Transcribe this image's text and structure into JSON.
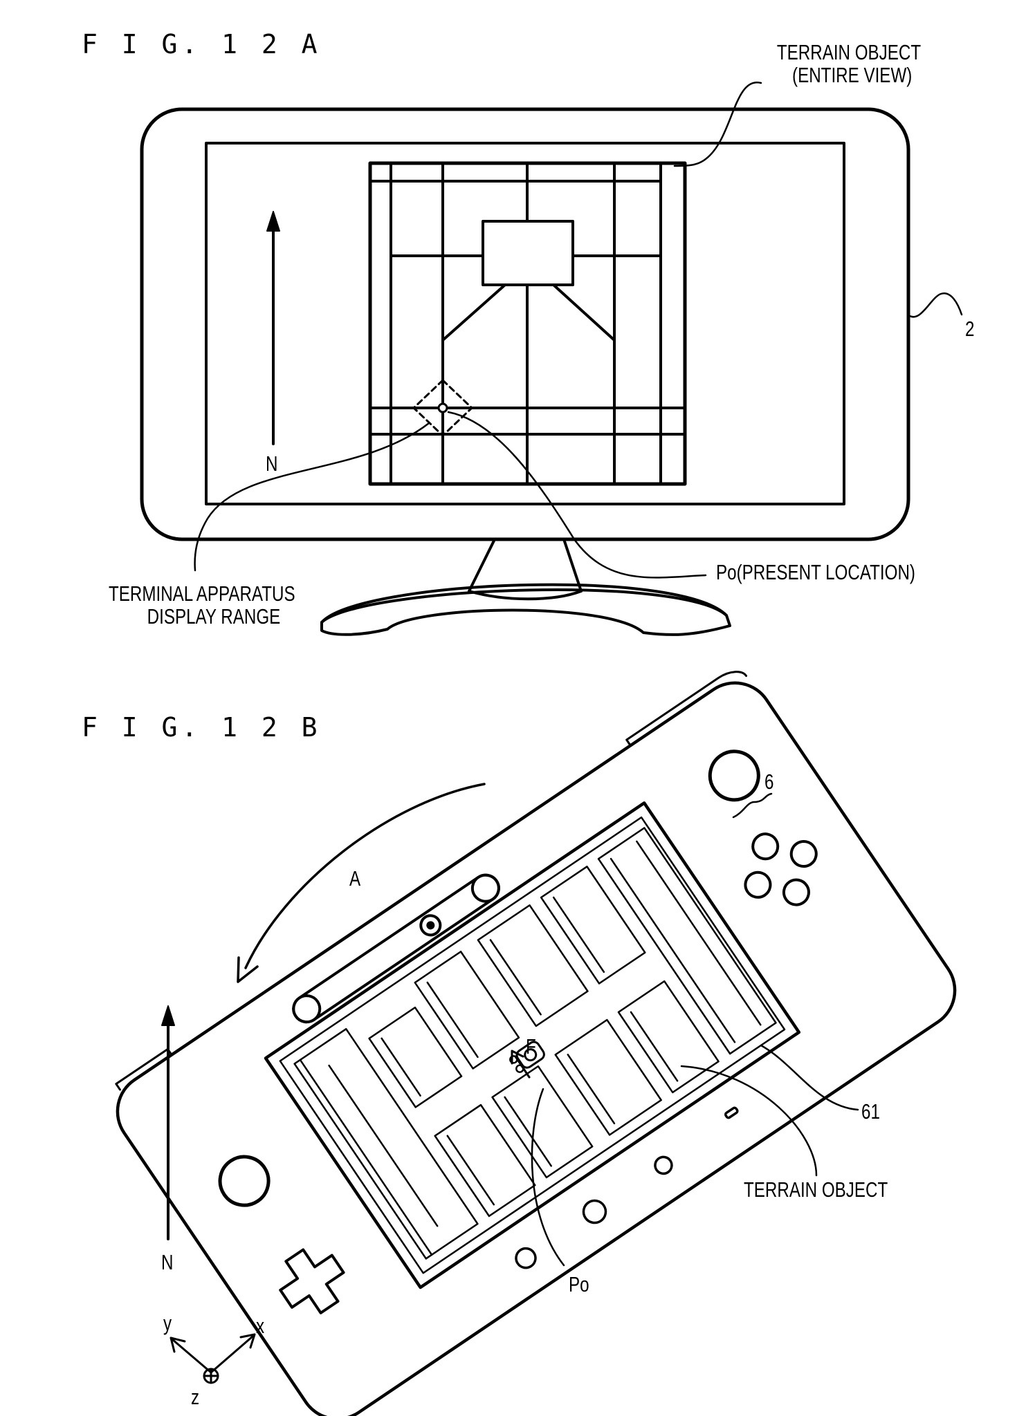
{
  "fig_a": {
    "title": "F I G.  1 2 A",
    "label_terrain_line1": "TERRAIN OBJECT",
    "label_terrain_line2": "(ENTIRE VIEW)",
    "label_ref": "2",
    "label_north": "N",
    "label_present_location": "Po(PRESENT LOCATION)",
    "label_range_line1": "TERMINAL APPARATUS",
    "label_range_line2": "DISPLAY RANGE"
  },
  "fig_b": {
    "title": "F I G.  1 2 B",
    "label_ref_device": "6",
    "label_rotation": "A",
    "label_facing": "F",
    "label_ref_screen": "61",
    "label_terrain": "TERRAIN OBJECT",
    "label_po": "Po",
    "label_north": "N",
    "axis_x": "x",
    "axis_y": "y",
    "axis_z": "z"
  },
  "icons": [
    "monitor-icon",
    "handheld-terminal-icon",
    "player-character-icon",
    "dpad-icon"
  ]
}
